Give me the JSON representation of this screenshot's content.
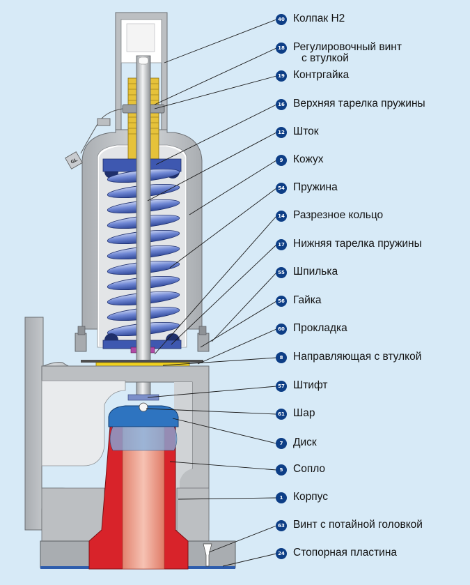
{
  "labels": [
    {
      "num": "40",
      "text": "Колпак H2"
    },
    {
      "num": "18",
      "text": "Регулировочный винт",
      "text2": "с втулкой"
    },
    {
      "num": "19",
      "text": "Контргайка"
    },
    {
      "num": "16",
      "text": "Верхняя тарелка пружины"
    },
    {
      "num": "12",
      "text": "Шток"
    },
    {
      "num": "9",
      "text": "Кожух"
    },
    {
      "num": "54",
      "text": "Пружина"
    },
    {
      "num": "14",
      "text": "Разрезное кольцо"
    },
    {
      "num": "17",
      "text": "Нижняя тарелка пружины"
    },
    {
      "num": "55",
      "text": "Шпилька"
    },
    {
      "num": "56",
      "text": "Гайка"
    },
    {
      "num": "60",
      "text": "Прокладка"
    },
    {
      "num": "8",
      "text": "Направляющая с втулкой"
    },
    {
      "num": "57",
      "text": "Штифт"
    },
    {
      "num": "61",
      "text": "Шар"
    },
    {
      "num": "7",
      "text": "Диск"
    },
    {
      "num": "5",
      "text": "Сопло"
    },
    {
      "num": "1",
      "text": "Корпус"
    },
    {
      "num": "63",
      "text": "Винт с потайной головкой"
    },
    {
      "num": "24",
      "text": "Стопорная пластина"
    }
  ],
  "seal_tag": "GL",
  "colors": {
    "background": "#d7eaf7",
    "body_metal": "#bcbfc2",
    "inner_cavity": "#ffffff",
    "spring": "#5b74c6",
    "spring_plates": "#3e58b0",
    "stem": "#cfd2d6",
    "adjusting_screw": "#e6c23a",
    "guide": "#f2d21d",
    "nozzle": "#d8232a",
    "nozzle_bore": "#f2a18d",
    "disc": "#2e74c0",
    "badge": "#0d3e86"
  }
}
